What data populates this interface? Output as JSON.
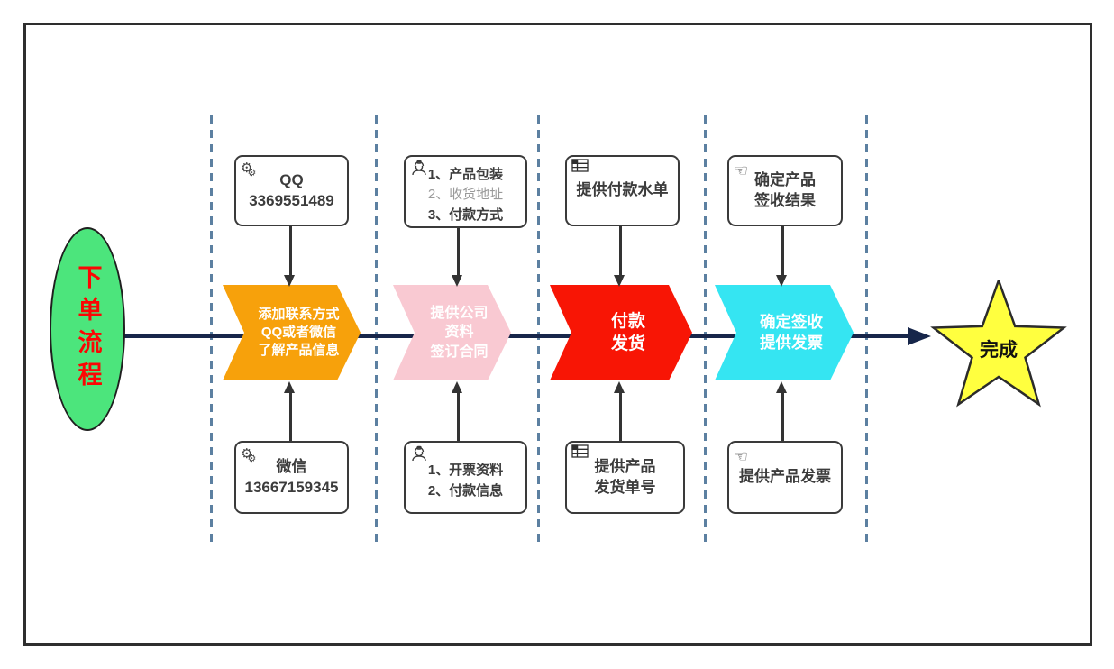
{
  "colors": {
    "start_node_fill": "#4CE57C",
    "start_node_text": "#FB0604",
    "step1_fill": "#F7A10B",
    "step2_fill": "#F9C9D2",
    "step3_fill": "#F81505",
    "step4_fill": "#35E5F2",
    "end_star_fill": "#FFFF3F",
    "main_line": "#17264A",
    "lane_divider": "#5C80A1",
    "note_border": "#3A3A3A"
  },
  "icon_glyphs": {
    "gear": "⚙",
    "hand": "☜"
  },
  "start": {
    "label": "下单流程"
  },
  "end": {
    "label": "完成"
  },
  "steps": [
    {
      "icon": "none",
      "lines": [
        "添加联系方式",
        "QQ或者微信",
        "了解产品信息"
      ]
    },
    {
      "icon": "none",
      "lines": [
        "提供公司",
        "资料",
        "签订合同"
      ]
    },
    {
      "icon": "none",
      "lines": [
        "付款",
        "发货"
      ]
    },
    {
      "icon": "none",
      "lines": [
        "确定签收",
        "提供发票"
      ]
    }
  ],
  "notes": {
    "top": [
      {
        "icon": "gears-icon",
        "lines": [
          "QQ",
          "3369551489"
        ]
      },
      {
        "icon": "engineer-icon",
        "lines": [
          "1、产品包装",
          "2、收货地址",
          "3、付款方式"
        ]
      },
      {
        "icon": "table-icon",
        "lines": [
          "提供付款水单"
        ]
      },
      {
        "icon": "pointing-hand-icon",
        "lines": [
          "确定产品",
          "签收结果"
        ]
      }
    ],
    "bottom": [
      {
        "icon": "gears-icon",
        "lines": [
          "微信",
          "13667159345"
        ]
      },
      {
        "icon": "engineer-icon",
        "lines": [
          "1、开票资料",
          "2、付款信息"
        ]
      },
      {
        "icon": "table-icon",
        "lines": [
          "提供产品",
          "发货单号"
        ]
      },
      {
        "icon": "pointing-hand-icon",
        "lines": [
          "提供产品发票"
        ]
      }
    ]
  }
}
